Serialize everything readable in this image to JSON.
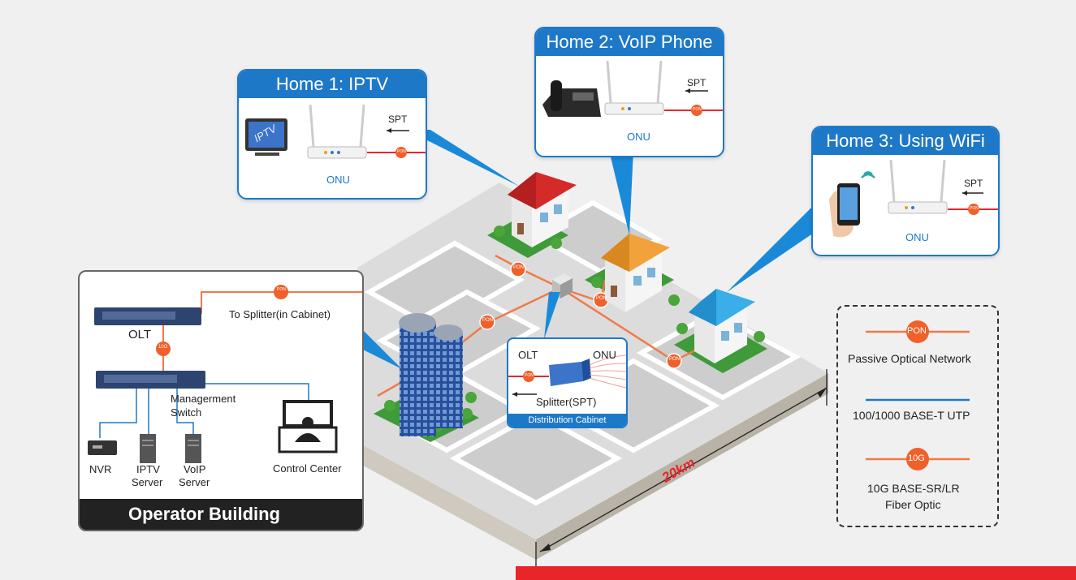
{
  "homes": [
    {
      "title": "Home 1: IPTV",
      "device": "IPTV",
      "onu": "ONU",
      "spt": "SPT",
      "pon": "PON"
    },
    {
      "title": "Home 2: VoIP Phone",
      "onu": "ONU",
      "spt": "SPT",
      "pon": "PON"
    },
    {
      "title": "Home 3: Using WiFi",
      "onu": "ONU",
      "spt": "SPT",
      "pon": "PON"
    }
  ],
  "operator": {
    "title": "Operator Building",
    "olt": "OLT",
    "to_splitter": "To Splitter(in Cabinet)",
    "uplink_badge": "10G",
    "pon_badge": "PON",
    "switch_line1": "Managerment",
    "switch_line2": "Switch",
    "nvr": "NVR",
    "iptv_line1": "IPTV",
    "iptv_line2": "Server",
    "voip_line1": "VoIP",
    "voip_line2": "Server",
    "control": "Control Center"
  },
  "cabinet": {
    "olt": "OLT",
    "onu": "ONU",
    "splitter": "Splitter(SPT)",
    "pon": "PON",
    "title": "Distribution Cabinet"
  },
  "map": {
    "pon": "PON",
    "distance": "20km"
  },
  "legend": {
    "pon_badge": "PON",
    "pon_label": "Passive Optical Network",
    "utp_label": "100/1000 BASE-T UTP",
    "tenG_badge": "10G",
    "tenG_line1": "10G BASE-SR/LR",
    "tenG_line2": "Fiber Optic"
  },
  "colors": {
    "fiber": "#f07a4a",
    "badge": "#f0602a",
    "utp": "#1e78c8",
    "accent_bar": "#e8262a"
  }
}
